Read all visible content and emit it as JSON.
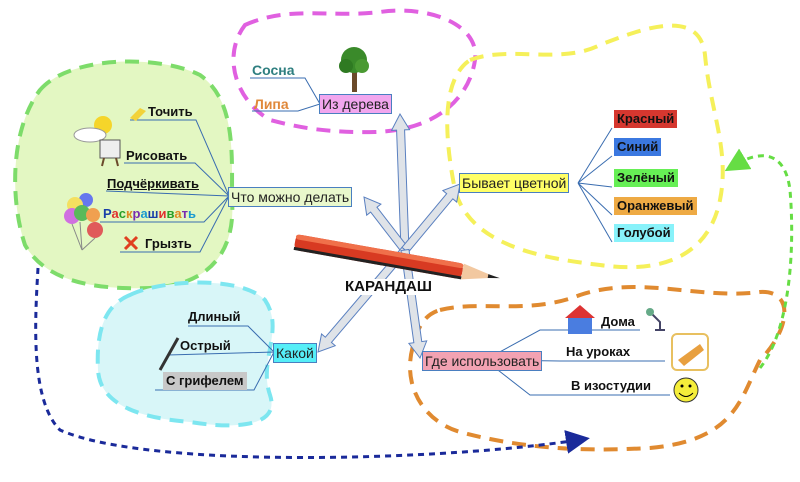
{
  "center": {
    "label": "КАРАНДАШ"
  },
  "branches": {
    "wood": {
      "label": "Из дерева",
      "items": [
        "Сосна",
        "Липа"
      ],
      "color": "#f2a6ee"
    },
    "actions": {
      "label": "Что можно делать",
      "items": [
        "Точить",
        "Рисовать",
        "Подчёркивать",
        "Раскрашивать",
        "Грызть"
      ],
      "color": "#e9f8cc"
    },
    "colors": {
      "label": "Бывает цветной",
      "color": "#ffff66",
      "items": [
        {
          "label": "Красный",
          "color": "#d5372f"
        },
        {
          "label": "Синий",
          "color": "#3b78e0"
        },
        {
          "label": "Зелёный",
          "color": "#66ef55"
        },
        {
          "label": "Оранжевый",
          "color": "#eeaa44"
        },
        {
          "label": "Голубой",
          "color": "#88f2fa"
        }
      ]
    },
    "kind": {
      "label": "Какой",
      "items": [
        "Длиный",
        "Острый",
        "С грифелем"
      ],
      "color": "#55eef7"
    },
    "usage": {
      "label": "Где использовать",
      "items": [
        "Дома",
        "На уроках",
        "В изостудии"
      ],
      "color": "#f2a2b2"
    }
  },
  "rainbow_colors": [
    "#1a3fa8",
    "#e03030",
    "#2aa02a",
    "#e08a20",
    "#7a2ab0",
    "#1a9ad0"
  ]
}
